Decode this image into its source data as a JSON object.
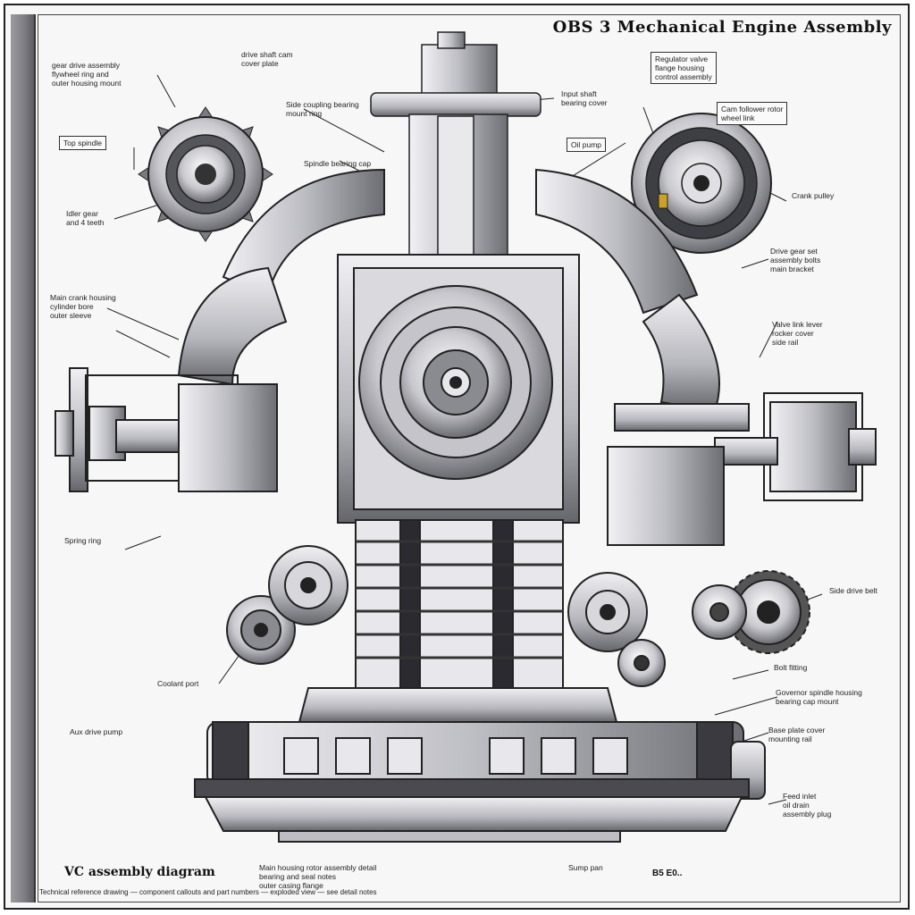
{
  "sheet": {
    "title": "OBS 3 Mechanical Engine Assembly",
    "footer_left": "VC assembly diagram",
    "footer_right": "B5 E0..",
    "footer_strip": "Technical reference drawing — component callouts and part numbers — exploded view — see detail notes"
  },
  "labels": [
    {
      "id": "l1",
      "text": "gear drive assembly\nflywheel ring and\nouter housing mount"
    },
    {
      "id": "l2",
      "text": "Top spindle"
    },
    {
      "id": "l3",
      "text": "Idler gear\nand 4 teeth"
    },
    {
      "id": "l4",
      "text": "Main crank housing\ncylinder bore\nouter sleeve"
    },
    {
      "id": "l5",
      "text": "drive shaft cam\ncover plate"
    },
    {
      "id": "l6",
      "text": "Side coupling bearing\nmount ring"
    },
    {
      "id": "l7",
      "text": "Spindle bearing cap"
    },
    {
      "id": "l8",
      "text": "Regulator valve\nflange housing\ncontrol assembly"
    },
    {
      "id": "l9",
      "text": "Cam follower rotor\nwheel link"
    },
    {
      "id": "l10",
      "text": "Input shaft\nbearing cover"
    },
    {
      "id": "l11",
      "text": "Oil pump"
    },
    {
      "id": "l12",
      "text": "Crank pulley"
    },
    {
      "id": "l13",
      "text": "Drive gear set\nassembly bolts\nmain bracket"
    },
    {
      "id": "l14",
      "text": "Valve link lever\nrocker cover\nside rail"
    },
    {
      "id": "l15",
      "text": "Side drive belt"
    },
    {
      "id": "l16",
      "text": "Bolt fitting"
    },
    {
      "id": "l17",
      "text": "Governor spindle housing\nbearing cap mount"
    },
    {
      "id": "l18",
      "text": "Base plate cover\nmounting rail"
    },
    {
      "id": "l19",
      "text": "Feed inlet\noil drain\nassembly plug"
    },
    {
      "id": "l20",
      "text": "Spring ring"
    },
    {
      "id": "l21",
      "text": "Coolant port"
    },
    {
      "id": "l22",
      "text": "Aux drive pump"
    },
    {
      "id": "l23",
      "text": "Main housing rotor assembly detail\nbearing and seal notes\nouter casing flange"
    },
    {
      "id": "l24",
      "text": "Sump pan"
    }
  ],
  "colors": {
    "ink": "#1a1a1a",
    "metal_light": "#e4e4e8",
    "metal_mid": "#a9a9b0",
    "metal_dark": "#55555c",
    "accent": "#c9a227",
    "paper": "#f7f7f8"
  }
}
